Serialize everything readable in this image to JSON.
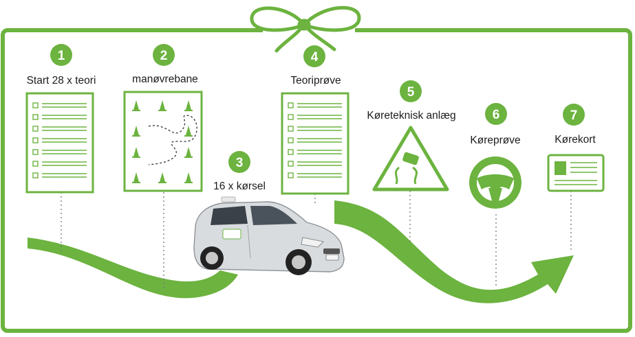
{
  "colors": {
    "accent": "#6cb33f",
    "frame": "#6cb33f",
    "text": "#1b1b1b",
    "connector": "#777777"
  },
  "steps": [
    {
      "number": "1",
      "label": "Start 28 x teori",
      "icon": "checklist-icon"
    },
    {
      "number": "2",
      "label": "manøvrebane",
      "icon": "cone-course-icon"
    },
    {
      "number": "3",
      "label": "16 x kørsel",
      "icon": "driving-school-car-icon"
    },
    {
      "number": "4",
      "label": "Teoriprøve",
      "icon": "checklist-icon"
    },
    {
      "number": "5",
      "label": "Køreteknisk anlæg",
      "icon": "slippery-road-sign-icon"
    },
    {
      "number": "6",
      "label": "Køreprøve",
      "icon": "steering-wheel-icon"
    },
    {
      "number": "7",
      "label": "Kørekort",
      "icon": "driving-licence-card-icon"
    }
  ]
}
